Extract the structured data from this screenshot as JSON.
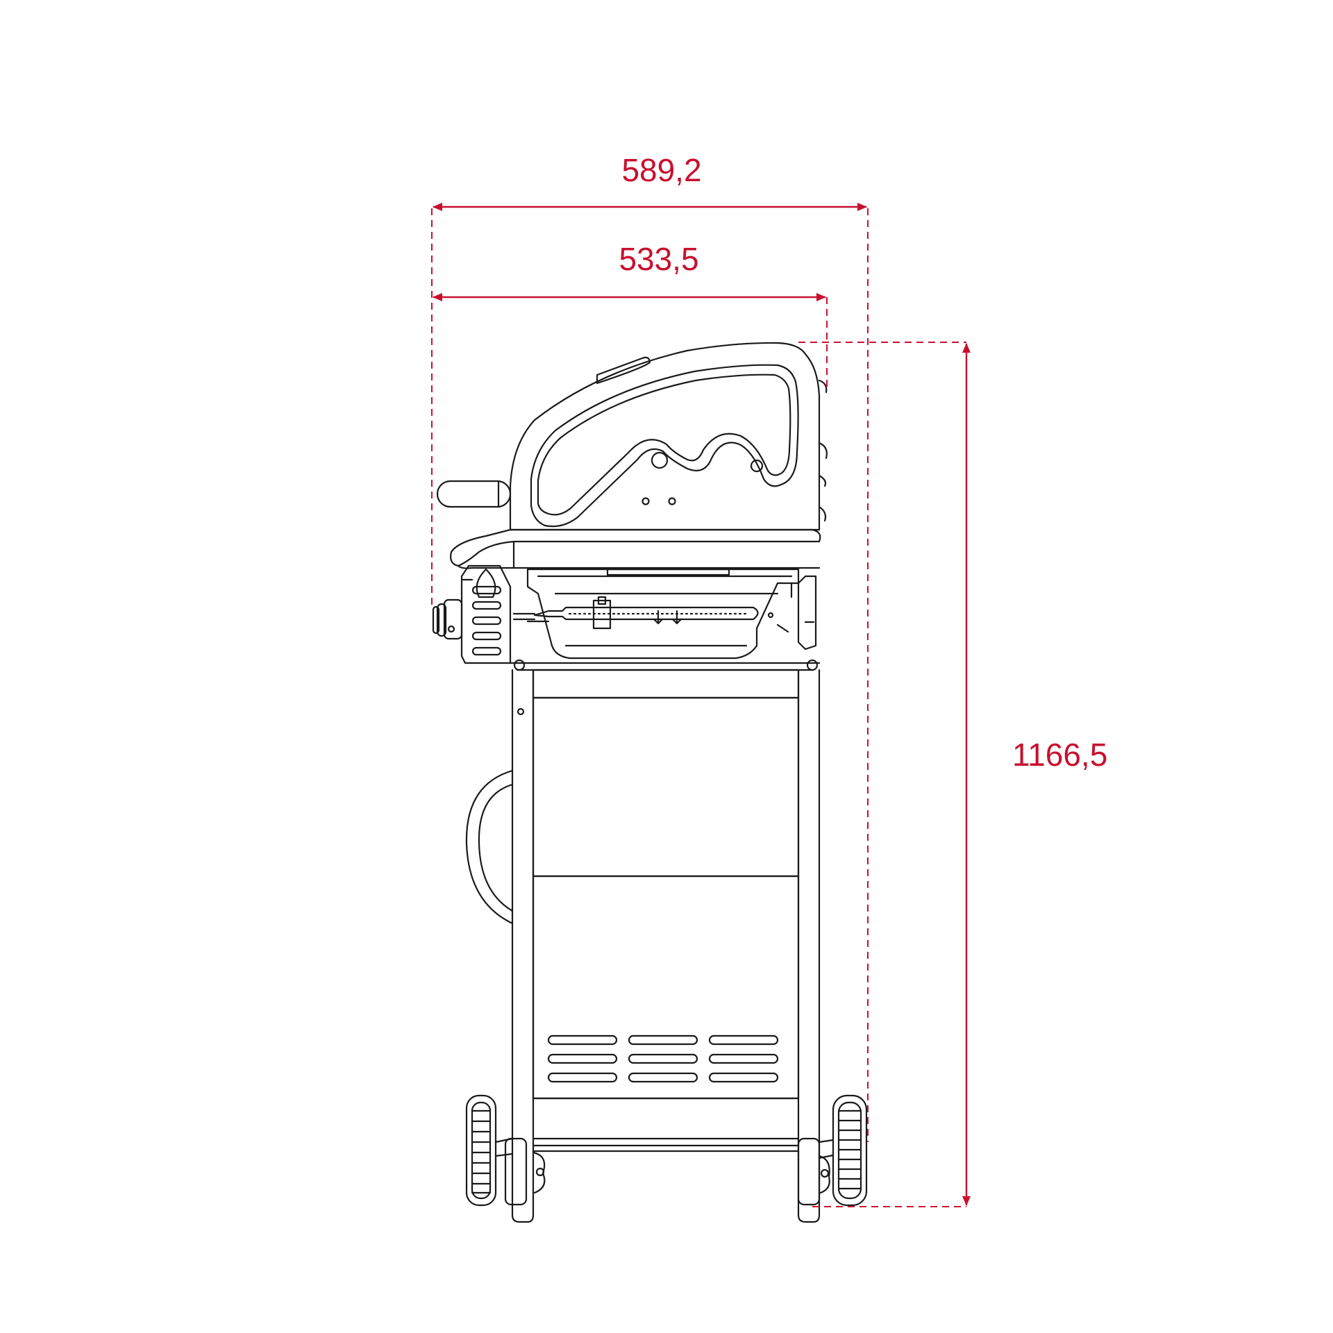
{
  "dimensions": {
    "total_width": "589,2",
    "body_width": "533,5",
    "height": "1166,5"
  },
  "colors": {
    "dimension": "#c8102e",
    "drawing": "#1a1a1a",
    "background": "#ffffff"
  }
}
